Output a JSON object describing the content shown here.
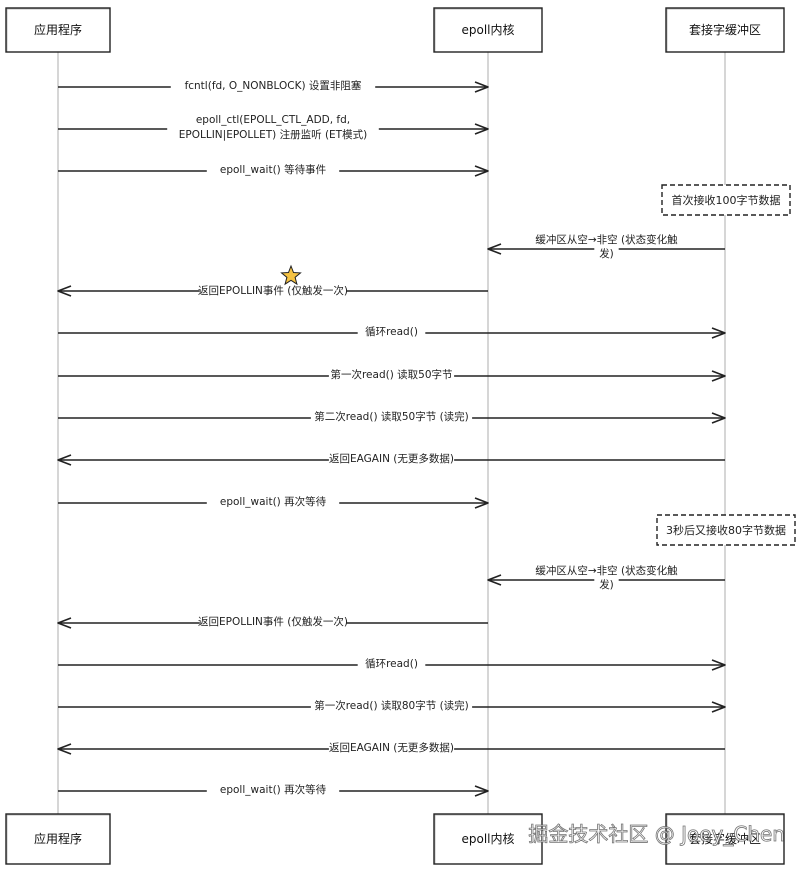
{
  "participants": [
    {
      "id": "app",
      "label": "应用程序"
    },
    {
      "id": "kernel",
      "label": "epoll内核"
    },
    {
      "id": "socket",
      "label": "套接字缓冲区"
    }
  ],
  "messages": [
    {
      "from": "app",
      "to": "kernel",
      "lines": [
        "fcntl(fd, O_NONBLOCK) 设置非阻塞"
      ]
    },
    {
      "from": "app",
      "to": "kernel",
      "lines": [
        "epoll_ctl(EPOLL_CTL_ADD, fd,",
        "EPOLLIN|EPOLLET) 注册监听 (ET模式)"
      ]
    },
    {
      "from": "app",
      "to": "kernel",
      "lines": [
        "epoll_wait() 等待事件"
      ]
    },
    {
      "from": "socket",
      "to": "kernel",
      "lines": [
        "缓冲区从空→非空 (状态变化触",
        "发)"
      ]
    },
    {
      "from": "kernel",
      "to": "app",
      "lines": [
        "返回EPOLLIN事件 (仅触发一次)"
      ],
      "star": true
    },
    {
      "from": "app",
      "to": "socket",
      "lines": [
        "循环read()"
      ]
    },
    {
      "from": "app",
      "to": "socket",
      "lines": [
        "第一次read() 读取50字节"
      ]
    },
    {
      "from": "app",
      "to": "socket",
      "lines": [
        "第二次read() 读取50字节 (读完)"
      ]
    },
    {
      "from": "socket",
      "to": "app",
      "lines": [
        "返回EAGAIN (无更多数据)"
      ]
    },
    {
      "from": "app",
      "to": "kernel",
      "lines": [
        "epoll_wait() 再次等待"
      ]
    },
    {
      "from": "socket",
      "to": "kernel",
      "lines": [
        "缓冲区从空→非空 (状态变化触",
        "发)"
      ]
    },
    {
      "from": "kernel",
      "to": "app",
      "lines": [
        "返回EPOLLIN事件 (仅触发一次)"
      ]
    },
    {
      "from": "app",
      "to": "socket",
      "lines": [
        "循环read()"
      ]
    },
    {
      "from": "app",
      "to": "socket",
      "lines": [
        "第一次read() 读取80字节 (读完)"
      ]
    },
    {
      "from": "socket",
      "to": "app",
      "lines": [
        "返回EAGAIN (无更多数据)"
      ]
    },
    {
      "from": "app",
      "to": "kernel",
      "lines": [
        "epoll_wait() 再次等待"
      ]
    }
  ],
  "notes": [
    {
      "text": "首次接收100字节数据"
    },
    {
      "text": "3秒后又接收80字节数据"
    }
  ],
  "watermark": "掘金技术社区 @ Joey_Chen",
  "colors": {
    "stroke": "#222222",
    "lifeline": "#bbbbbb",
    "star": "#f5c242",
    "background": "#ffffff"
  }
}
